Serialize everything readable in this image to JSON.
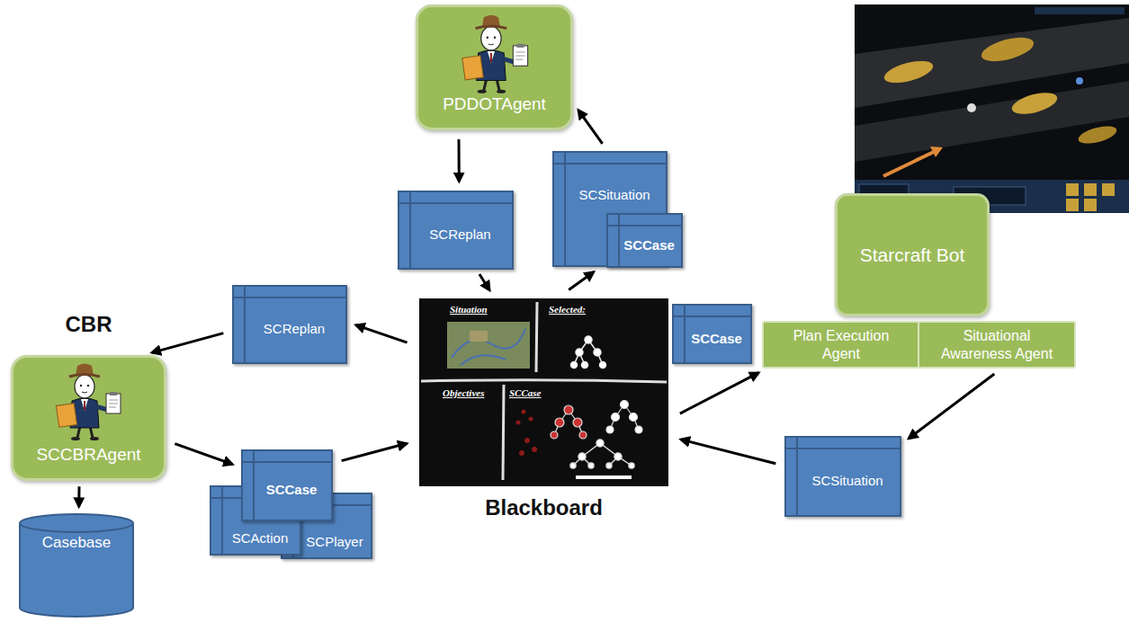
{
  "diagram": {
    "nodes": [
      {
        "text": [
          "PDDOTAgent"
        ]
      },
      {
        "text": [
          "SCReplan"
        ]
      },
      {
        "text": [
          "SCSituation"
        ]
      },
      {
        "text": [
          "SCCase"
        ]
      },
      {
        "text": [
          "Starcraft Bot"
        ]
      },
      {
        "text": [
          "SCReplan"
        ]
      },
      {
        "text": [
          "CBR",
          "SCCBRAgent"
        ]
      },
      {
        "text": [
          "Blackboard"
        ]
      },
      {
        "text": [
          "SCCase"
        ]
      },
      {
        "text": [
          "Plan Execution Agent"
        ]
      },
      {
        "text": [
          "Situational Awareness Agent"
        ]
      },
      {
        "text": [
          "SCSituation"
        ]
      },
      {
        "text": [
          "SCCase"
        ]
      },
      {
        "text": [
          "SCAction"
        ]
      },
      {
        "text": [
          "SCPlayer"
        ]
      },
      {
        "text": [
          "Casebase"
        ]
      }
    ],
    "edges": [
      {
        "from": 0,
        "to": 1,
        "arrow": "to"
      },
      {
        "from": 1,
        "to": 7,
        "arrow": "to"
      },
      {
        "from": 7,
        "to": 2,
        "arrow": "to"
      },
      {
        "from": 2,
        "to": 0,
        "arrow": "to"
      },
      {
        "from": 7,
        "to": 5,
        "arrow": "to"
      },
      {
        "from": 5,
        "to": 6,
        "arrow": "to"
      },
      {
        "from": 6,
        "to": 15,
        "arrow": "to"
      },
      {
        "from": 6,
        "to": 12,
        "arrow": "to"
      },
      {
        "from": 12,
        "to": 7,
        "arrow": "to"
      },
      {
        "from": 7,
        "to": 9,
        "arrow": "to"
      },
      {
        "from": 10,
        "to": 11,
        "arrow": "to"
      },
      {
        "from": 11,
        "to": 7,
        "arrow": "to"
      }
    ],
    "labels": [
      "Situation",
      "Selected:",
      "Objectives",
      "SCCase"
    ]
  }
}
